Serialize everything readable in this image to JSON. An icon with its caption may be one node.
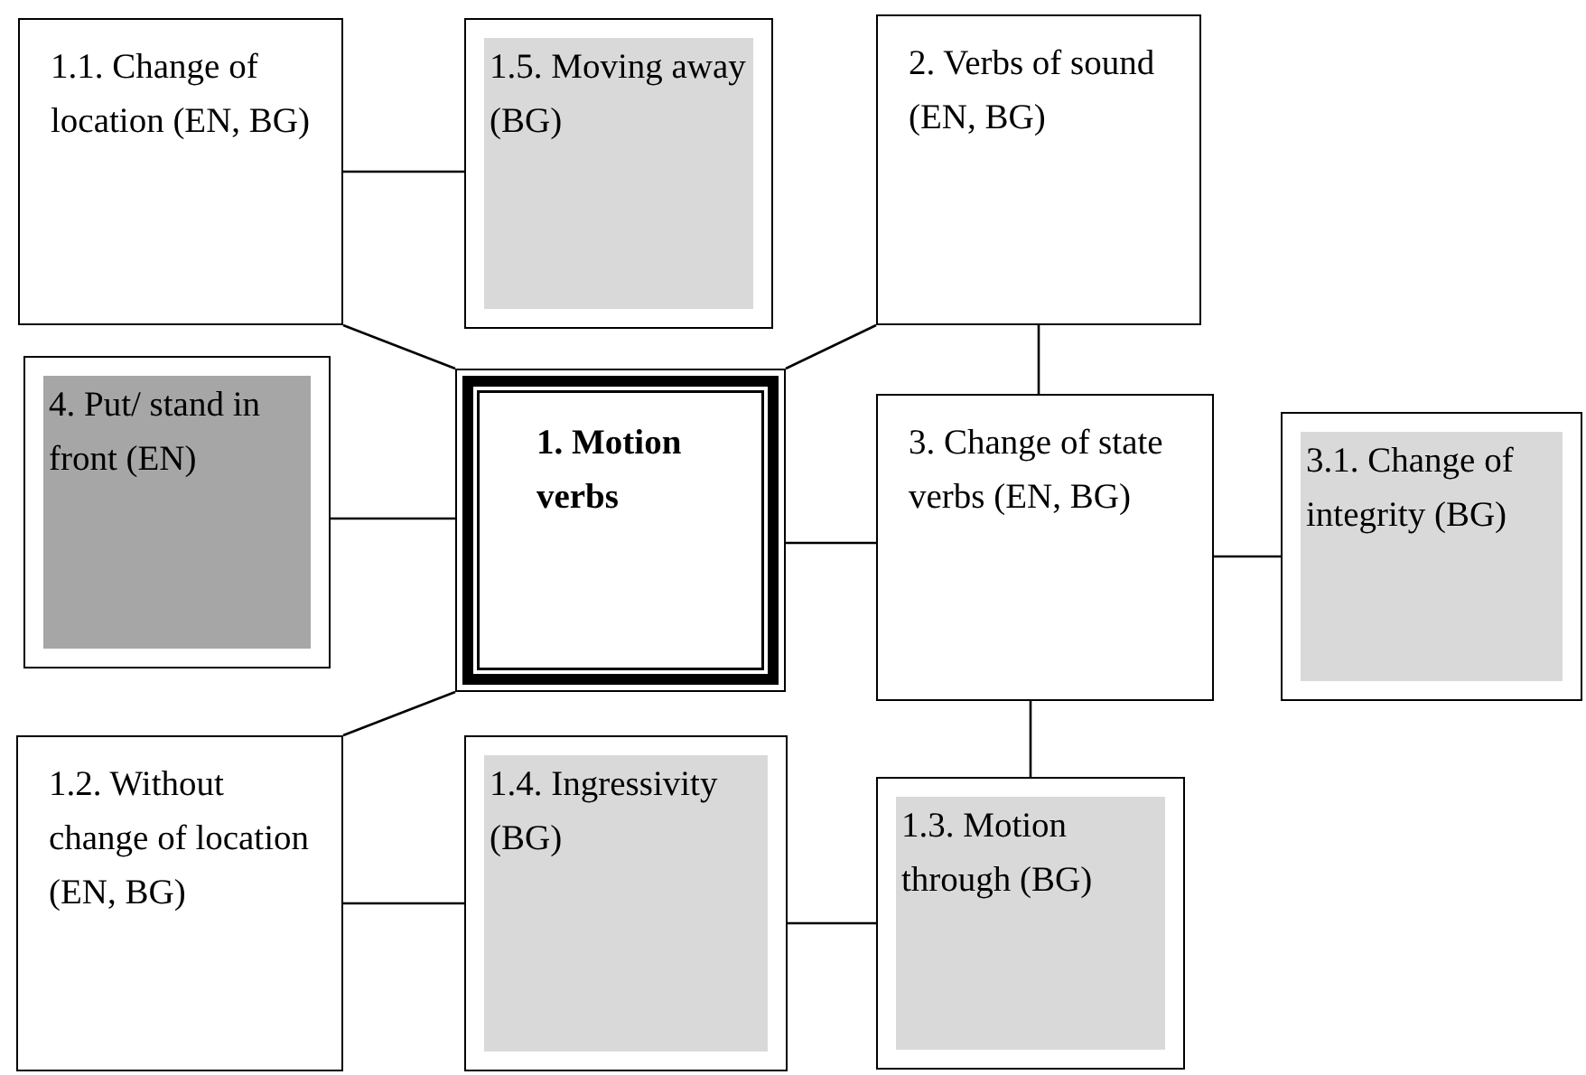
{
  "diagram": {
    "nodes": [
      {
        "text": [
          "1.1. Change of location (EN, BG)"
        ]
      },
      {
        "text": [
          "1.5. Moving away (BG)"
        ]
      },
      {
        "text": [
          "2. Verbs of sound (EN, BG)"
        ]
      },
      {
        "text": [
          "4. Put/ stand in front (EN)"
        ]
      },
      {
        "text": [
          "1. Motion verbs"
        ]
      },
      {
        "text": [
          "3. Change of state verbs (EN, BG)"
        ]
      },
      {
        "text": [
          "3.1. Change of integrity (BG)"
        ]
      },
      {
        "text": [
          "1.2. Without change of location (EN, BG)"
        ]
      },
      {
        "text": [
          "1.4. Ingressivity (BG)"
        ]
      },
      {
        "text": [
          "1.3. Motion through (BG)"
        ]
      }
    ],
    "edges": [
      {
        "from": 0,
        "to": 1,
        "arrow": "none"
      },
      {
        "from": 0,
        "to": 4,
        "arrow": "none"
      },
      {
        "from": 2,
        "to": 4,
        "arrow": "none"
      },
      {
        "from": 2,
        "to": 5,
        "arrow": "none"
      },
      {
        "from": 3,
        "to": 4,
        "arrow": "none"
      },
      {
        "from": 4,
        "to": 5,
        "arrow": "none"
      },
      {
        "from": 5,
        "to": 6,
        "arrow": "none"
      },
      {
        "from": 4,
        "to": 7,
        "arrow": "none"
      },
      {
        "from": 7,
        "to": 8,
        "arrow": "none"
      },
      {
        "from": 8,
        "to": 9,
        "arrow": "none"
      },
      {
        "from": 5,
        "to": 9,
        "arrow": "none"
      }
    ]
  }
}
